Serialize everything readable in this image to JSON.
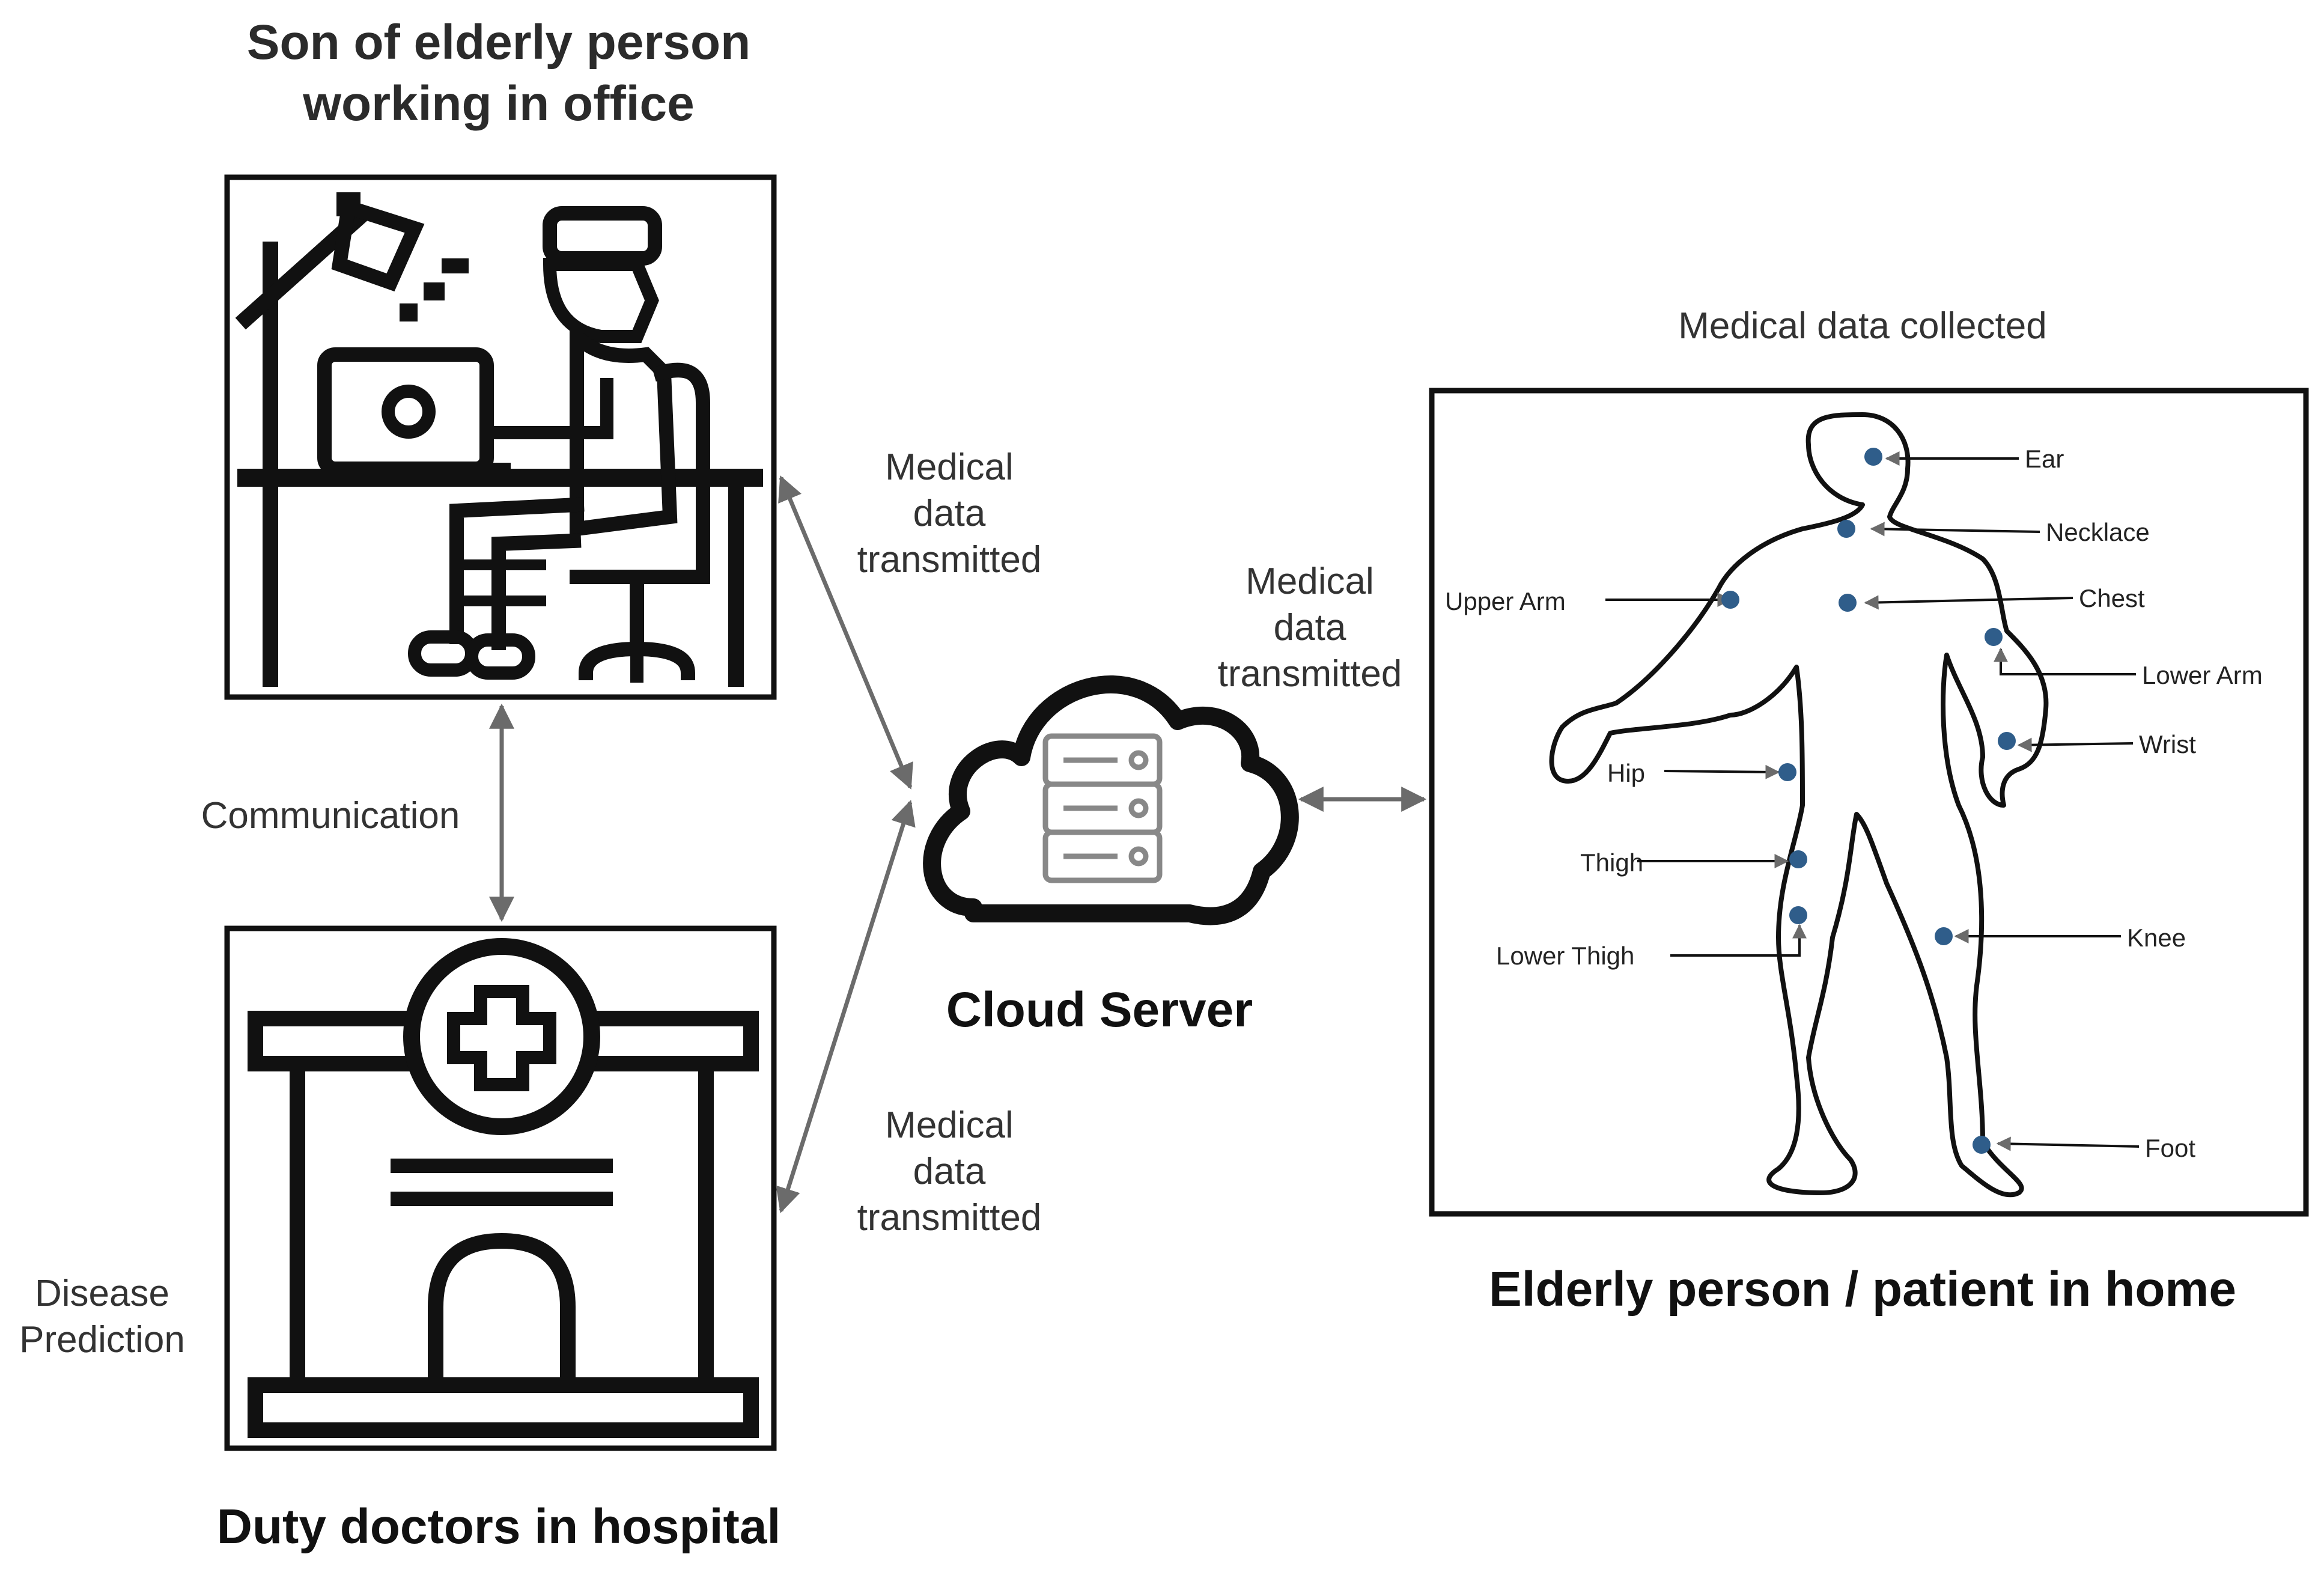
{
  "titles": {
    "son": "Son of elderly person\nworking in office",
    "doctors": "Duty doctors in hospital",
    "cloud": "Cloud Server",
    "elderly": "Elderly person / patient in home"
  },
  "labels": {
    "medical_collected": "Medical data collected",
    "transmitted_top": "Medical\ndata\ntransmitted",
    "transmitted_mid": "Medical\ndata\ntransmitted",
    "transmitted_bottom": "Medical\ndata\ntransmitted",
    "communication": "Communication",
    "disease_prediction": "Disease\nPrediction"
  },
  "sensors": {
    "ear": "Ear",
    "necklace": "Necklace",
    "upper_arm": "Upper Arm",
    "chest": "Chest",
    "lower_arm": "Lower Arm",
    "wrist": "Wrist",
    "hip": "Hip",
    "thigh": "Thigh",
    "lower_thigh": "Lower Thigh",
    "knee": "Knee",
    "foot": "Foot"
  },
  "colors": {
    "sensor_dot": "#2f5d8a",
    "arrow": "#6b6b6b",
    "icon": "#111111"
  }
}
